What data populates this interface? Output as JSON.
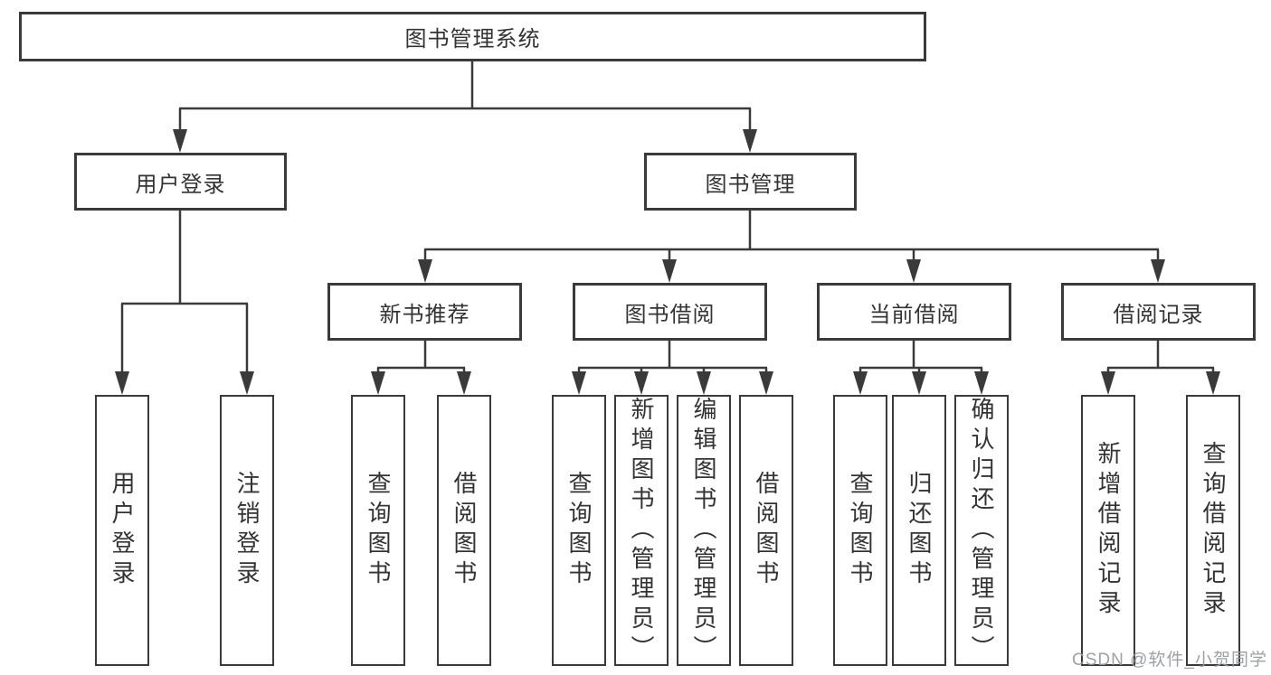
{
  "watermark": "CSDN @软件_小贺同学",
  "nodes": {
    "root": "图书管理系统",
    "level2": [
      "用户登录",
      "图书管理"
    ],
    "level3": [
      "新书推荐",
      "图书借阅",
      "当前借阅",
      "借阅记录"
    ],
    "leaves": {
      "user_login": [
        "用户登录",
        "注销登录"
      ],
      "new_books": [
        "查询图书",
        "借阅图书"
      ],
      "borrowing": [
        "查询图书",
        "新增图书（管理员）",
        "编辑图书（管理员）",
        "借阅图书"
      ],
      "current": [
        "查询图书",
        "归还图书",
        "确认归还（管理员）"
      ],
      "records": [
        "新增借阅记录",
        "查询借阅记录"
      ]
    }
  }
}
